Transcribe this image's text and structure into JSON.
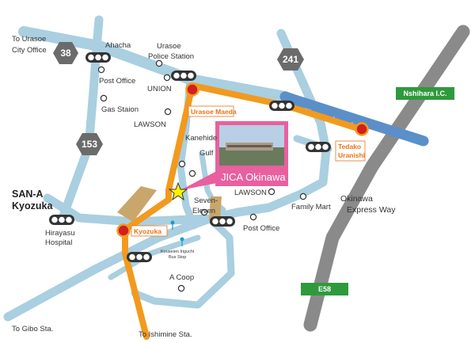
{
  "colors": {
    "road": "#a9cfe0",
    "route": "#f29a1e",
    "elevated": "#5b8fc9",
    "expressway": "#8a8a8a",
    "route_shield": "#6b6b6b",
    "green_sign": "#2e9a3c",
    "signal_red": "#d21f1f",
    "jica_frame": "#e8609f",
    "star": "#fff200",
    "bridge": "#c9a66b"
  },
  "places": {
    "to_urasoe_city_office": [
      "To Urasoe",
      "City Office"
    ],
    "ahacha": "Ahacha",
    "urasoe_police": [
      "Urasoe",
      "Police Station"
    ],
    "post_office_north": "Post Office",
    "union": "UNION",
    "gas_station": "Gas Staion",
    "lawson_north": "LAWSON",
    "kanehide": "Kanehide",
    "gulf": "Gulf",
    "lawson_east": "LAWSON",
    "family_mart": "Family Mart",
    "seven_eleven": [
      "Seven-",
      "Eleven"
    ],
    "post_office_south": "Post Office",
    "a_coop": "A Coop",
    "hirayasu_hospital": [
      "Hirayasu",
      "Hospital"
    ],
    "bus_stop": [
      "Kouseien Iriguchi",
      "Bus Stop"
    ],
    "to_gibo": "To Gibo Sta.",
    "to_ishimine": "To Ishimine Sta."
  },
  "major_places": {
    "san_a_kyozuka": [
      "SAN-A",
      "Kyozuka"
    ]
  },
  "intersections": {
    "urasoe_maeda": "Urasoe Maeda",
    "tedako_uranishi": [
      "Tedako",
      "Uranishi"
    ],
    "kyozuka": "Kyozuka"
  },
  "routes": {
    "r38": "38",
    "r153": "153",
    "r241": "241",
    "e58": "E58"
  },
  "highways": {
    "elevated_road": "Elevated road",
    "nshihara_ic": "Nshihara I.C.",
    "okinawa_expressway": [
      "Okinawa",
      "Express Way"
    ]
  },
  "facility": {
    "name": "JICA Okinawa"
  },
  "icons": [
    "traffic-light-icon",
    "poi-marker-icon",
    "bus-stop-icon",
    "star-icon",
    "route-shield-icon"
  ]
}
